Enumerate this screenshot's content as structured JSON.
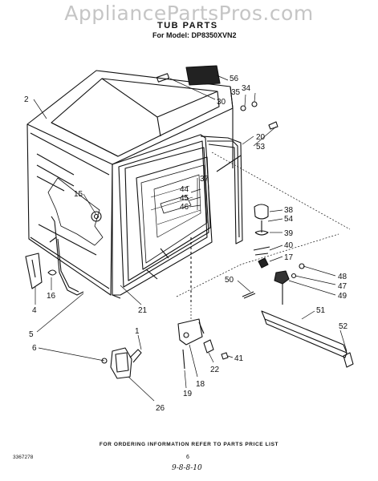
{
  "watermark": "AppliancePartsPros.com",
  "header": {
    "title": "TUB PARTS",
    "model_line": "For Model: DP8350XVN2"
  },
  "callouts": [
    "56",
    "34",
    "35",
    "30",
    "2",
    "20",
    "53",
    "37",
    "44",
    "45",
    "46",
    "15",
    "38",
    "54",
    "39",
    "40",
    "17",
    "48",
    "47",
    "49",
    "50",
    "4",
    "16",
    "5",
    "51",
    "1",
    "52",
    "6",
    "41",
    "22",
    "18",
    "19",
    "26",
    "21"
  ],
  "footer": {
    "ordering_note": "FOR ORDERING INFORMATION REFER TO PARTS PRICE LIST",
    "code": "3367278",
    "page": "6",
    "handwritten": "9-8-8-10"
  },
  "colors": {
    "ink": "#111111",
    "watermark": "#969696",
    "background": "#ffffff"
  }
}
